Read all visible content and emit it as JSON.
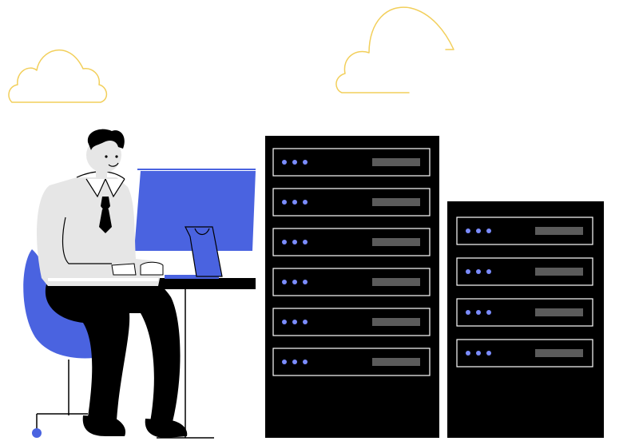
{
  "scene": {
    "subject": "illustration",
    "elements": [
      "cloud-icon",
      "cloud-icon",
      "person",
      "desk",
      "monitor-icon",
      "office-chair",
      "server-rack",
      "server-rack"
    ]
  },
  "colors": {
    "background": "#ffffff",
    "accent_blue": "#4a63e0",
    "cloud_outline": "#f2cf5b",
    "rack_body": "#000000",
    "unit_outline": "#ffffff",
    "led": "#7b8cff",
    "drive_bay": "#5b5b5b",
    "shirt": "#e6e6e6",
    "ink": "#000000"
  },
  "racks": [
    {
      "units": 6
    },
    {
      "units": 4
    }
  ]
}
